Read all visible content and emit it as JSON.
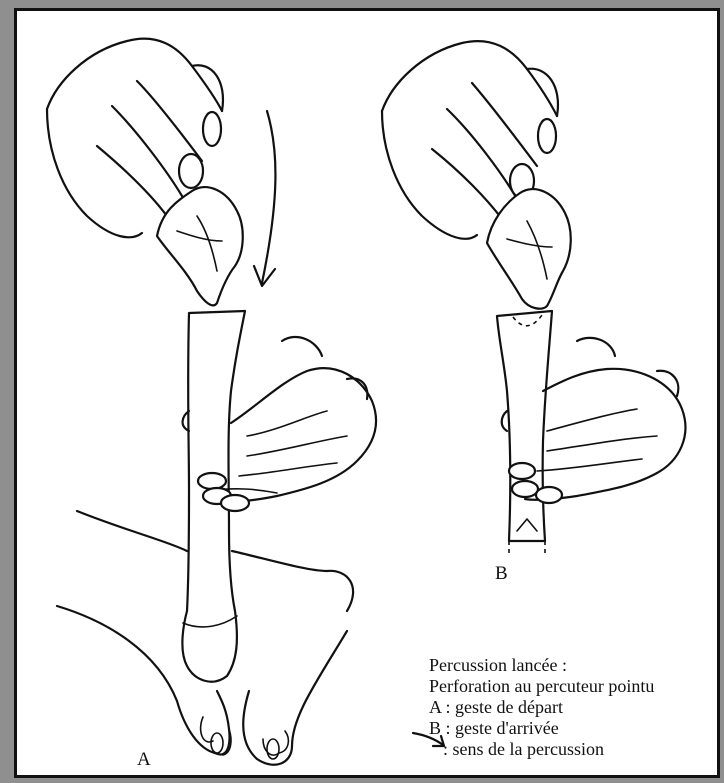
{
  "labels": {
    "a": "A",
    "b": "B"
  },
  "legend": {
    "line1": "Percussion lancée :",
    "line2": "Perforation au percuteur pointu",
    "line3": "A : geste de départ",
    "line4": "B : geste d'arrivée",
    "line5": ": sens de la percussion"
  },
  "icons": {
    "arrow": "curved-arrow-icon"
  },
  "colors": {
    "background": "#8f8f8f",
    "panel": "#ffffff",
    "ink": "#111111"
  }
}
